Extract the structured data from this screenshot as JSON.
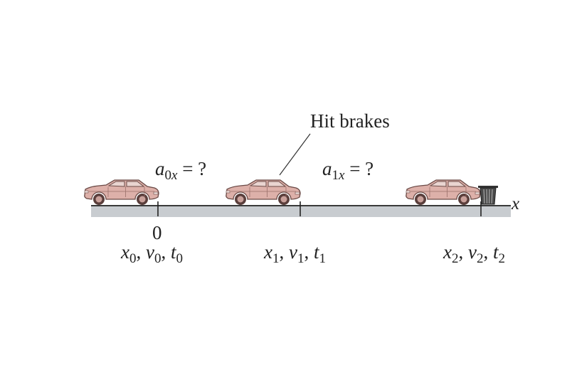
{
  "annotation": "Hit brakes",
  "accel0": {
    "sym": "a",
    "sub_num": "0",
    "sub_var": "x",
    "rest": " = ?"
  },
  "accel1": {
    "sym": "a",
    "sub_num": "1",
    "sub_var": "x",
    "rest": " = ?"
  },
  "axis_label": "x",
  "origin_label": "0",
  "points": [
    {
      "x": "x",
      "v": "v",
      "t": "t",
      "idx": "0"
    },
    {
      "x": "x",
      "v": "v",
      "t": "t",
      "idx": "1"
    },
    {
      "x": "x",
      "v": "v",
      "t": "t",
      "idx": "2"
    }
  ],
  "sep": ", ",
  "colors": {
    "car_body": "#d9aaa3",
    "car_outline": "#6a4a46",
    "road_top": "#3a3a3a",
    "road_shadow": "#c8ccd0"
  }
}
